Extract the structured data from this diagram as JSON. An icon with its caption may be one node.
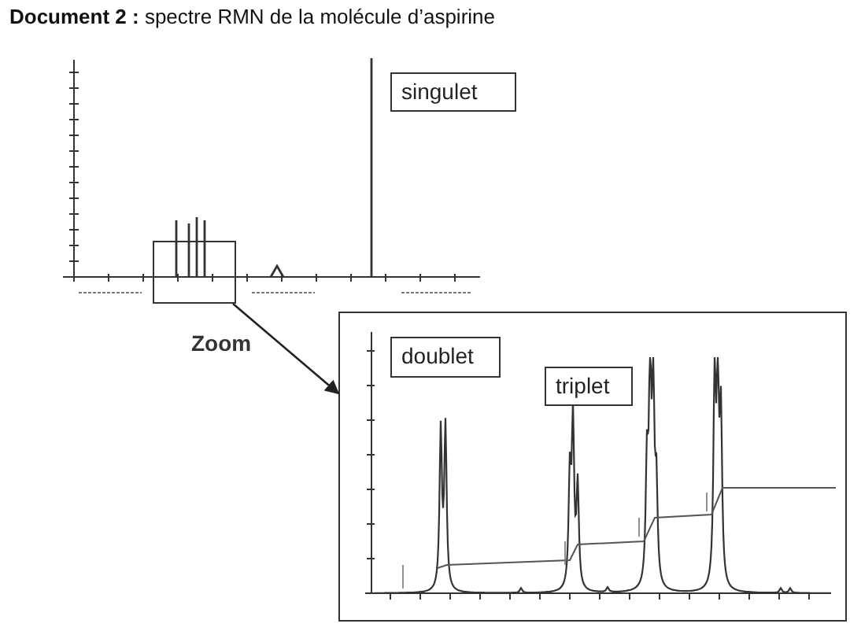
{
  "diagram": {
    "title": "**Document 2 :** spectre RMN de la molécule d’aspirine",
    "nodes": [
      {
        "text": [
          "singulet"
        ]
      },
      {
        "text": [],
        "shape": "box"
      },
      {
        "text": [],
        "shape": "picture"
      },
      {
        "text": [
          "doublet"
        ],
        "in": 2
      },
      {
        "text": [
          "triplet"
        ],
        "in": 2
      }
    ],
    "edges": [
      {
        "from": 1,
        "to": 2,
        "arrow": "to",
        "label": "Zoom"
      }
    ]
  }
}
